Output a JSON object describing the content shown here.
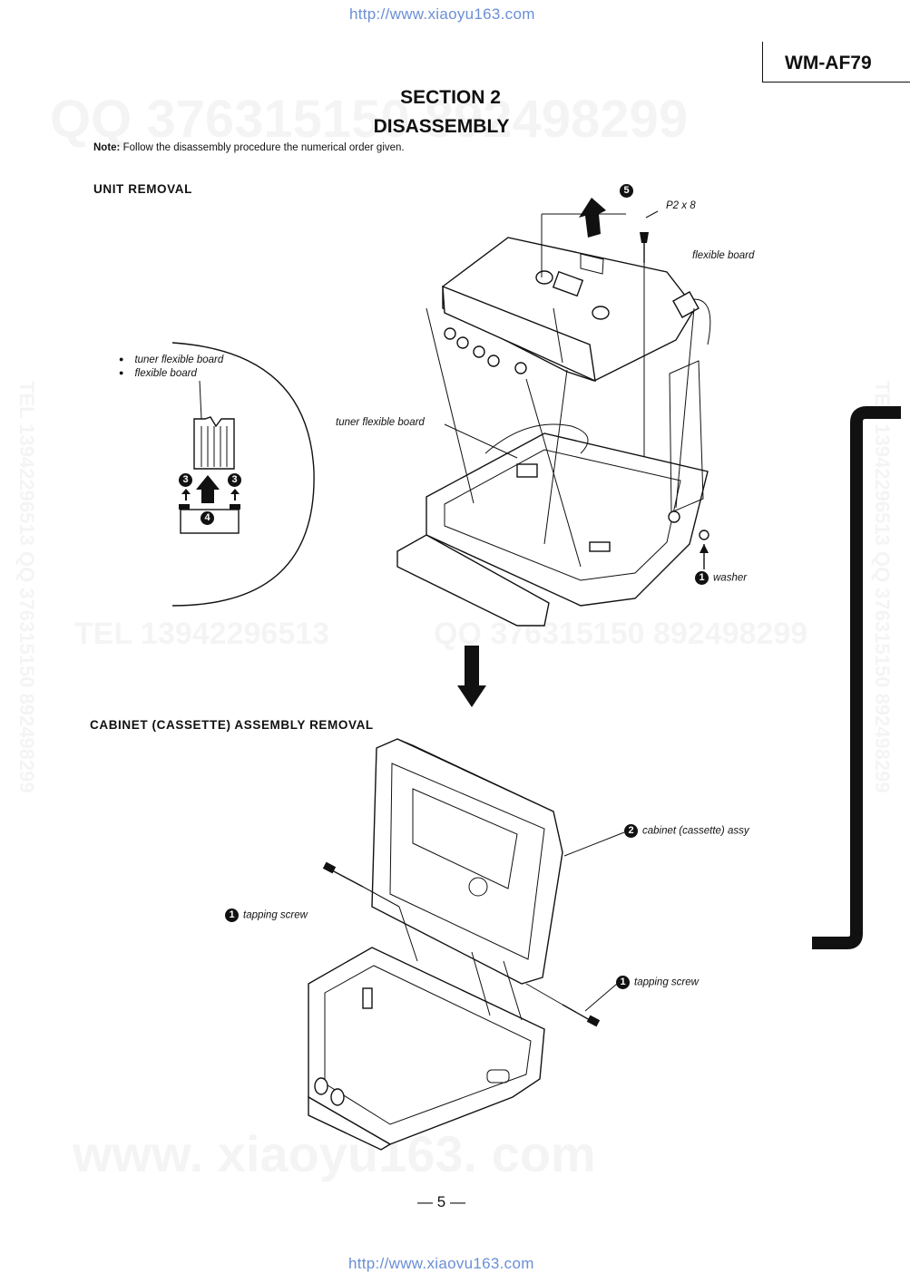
{
  "header": {
    "url_top": "http://www.xiaoyu163.com",
    "model": "WM-AF79"
  },
  "section": {
    "title": "SECTION 2",
    "subtitle": "DISASSEMBLY"
  },
  "note": {
    "label": "Note:",
    "text": "Follow the disassembly procedure the numerical order given."
  },
  "unit_removal": {
    "heading": "UNIT REMOVAL",
    "bullets": [
      "tuner flexible board",
      "flexible board"
    ],
    "labels": {
      "screw": "P2 x 8",
      "flexible_board": "flexible board",
      "tuner_flexible_board": "tuner flexible board",
      "washer": "washer"
    },
    "steps": {
      "s5": "5",
      "s3a": "3",
      "s3b": "3",
      "s4": "4",
      "s1": "1"
    }
  },
  "cabinet_removal": {
    "heading": "CABINET (CASSETTE) ASSEMBLY REMOVAL",
    "labels": {
      "cabinet": "cabinet (cassette) assy",
      "screw_left": "tapping screw",
      "screw_right": "tapping screw"
    },
    "steps": {
      "s2": "2",
      "s1a": "1",
      "s1b": "1"
    }
  },
  "watermarks": {
    "w1": "QQ 376315150  892498299",
    "w2": "TEL 13942296513",
    "w3": "QQ 376315150  892498299",
    "w4": "www. xiaoyu163. com",
    "w5": "TEL 13942296513  QQ 376315150  892498299",
    "w6": "TEL 13942296513  QQ 376315150  892498299"
  },
  "footer": {
    "page_number": "— 5 —",
    "url_bottom": "http://www.xiaovu163.com"
  }
}
